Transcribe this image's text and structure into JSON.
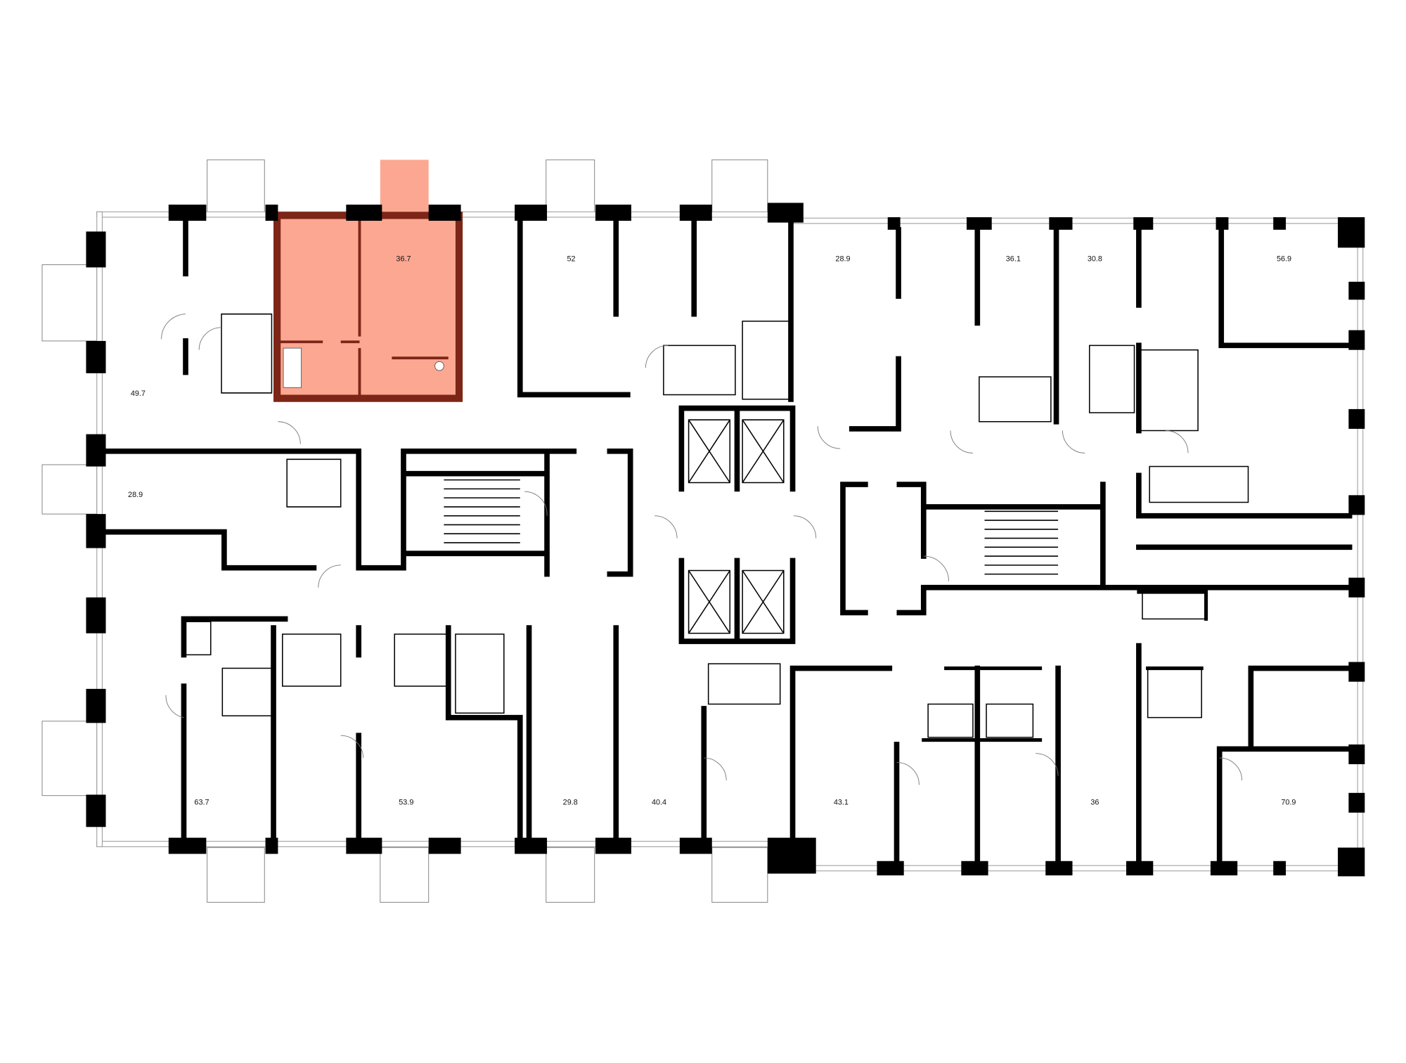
{
  "plan": {
    "title": "Floor plan",
    "selected_unit": {
      "area": "36.7",
      "highlight_color": "#fca792",
      "wall_color": "#7d2516"
    },
    "units": [
      {
        "id": "u1",
        "area": "36.7"
      },
      {
        "id": "u2",
        "area": "52"
      },
      {
        "id": "u3",
        "area": "28.9"
      },
      {
        "id": "u4",
        "area": "36.1"
      },
      {
        "id": "u5",
        "area": "30.8"
      },
      {
        "id": "u6",
        "area": "56.9"
      },
      {
        "id": "u7",
        "area": "49.7"
      },
      {
        "id": "u8",
        "area": "28.9"
      },
      {
        "id": "u9",
        "area": "63.7"
      },
      {
        "id": "u10",
        "area": "53.9"
      },
      {
        "id": "u11",
        "area": "29.8"
      },
      {
        "id": "u12",
        "area": "40.4"
      },
      {
        "id": "u13",
        "area": "43.1"
      },
      {
        "id": "u14",
        "area": "36"
      },
      {
        "id": "u15",
        "area": "70.9"
      }
    ]
  }
}
